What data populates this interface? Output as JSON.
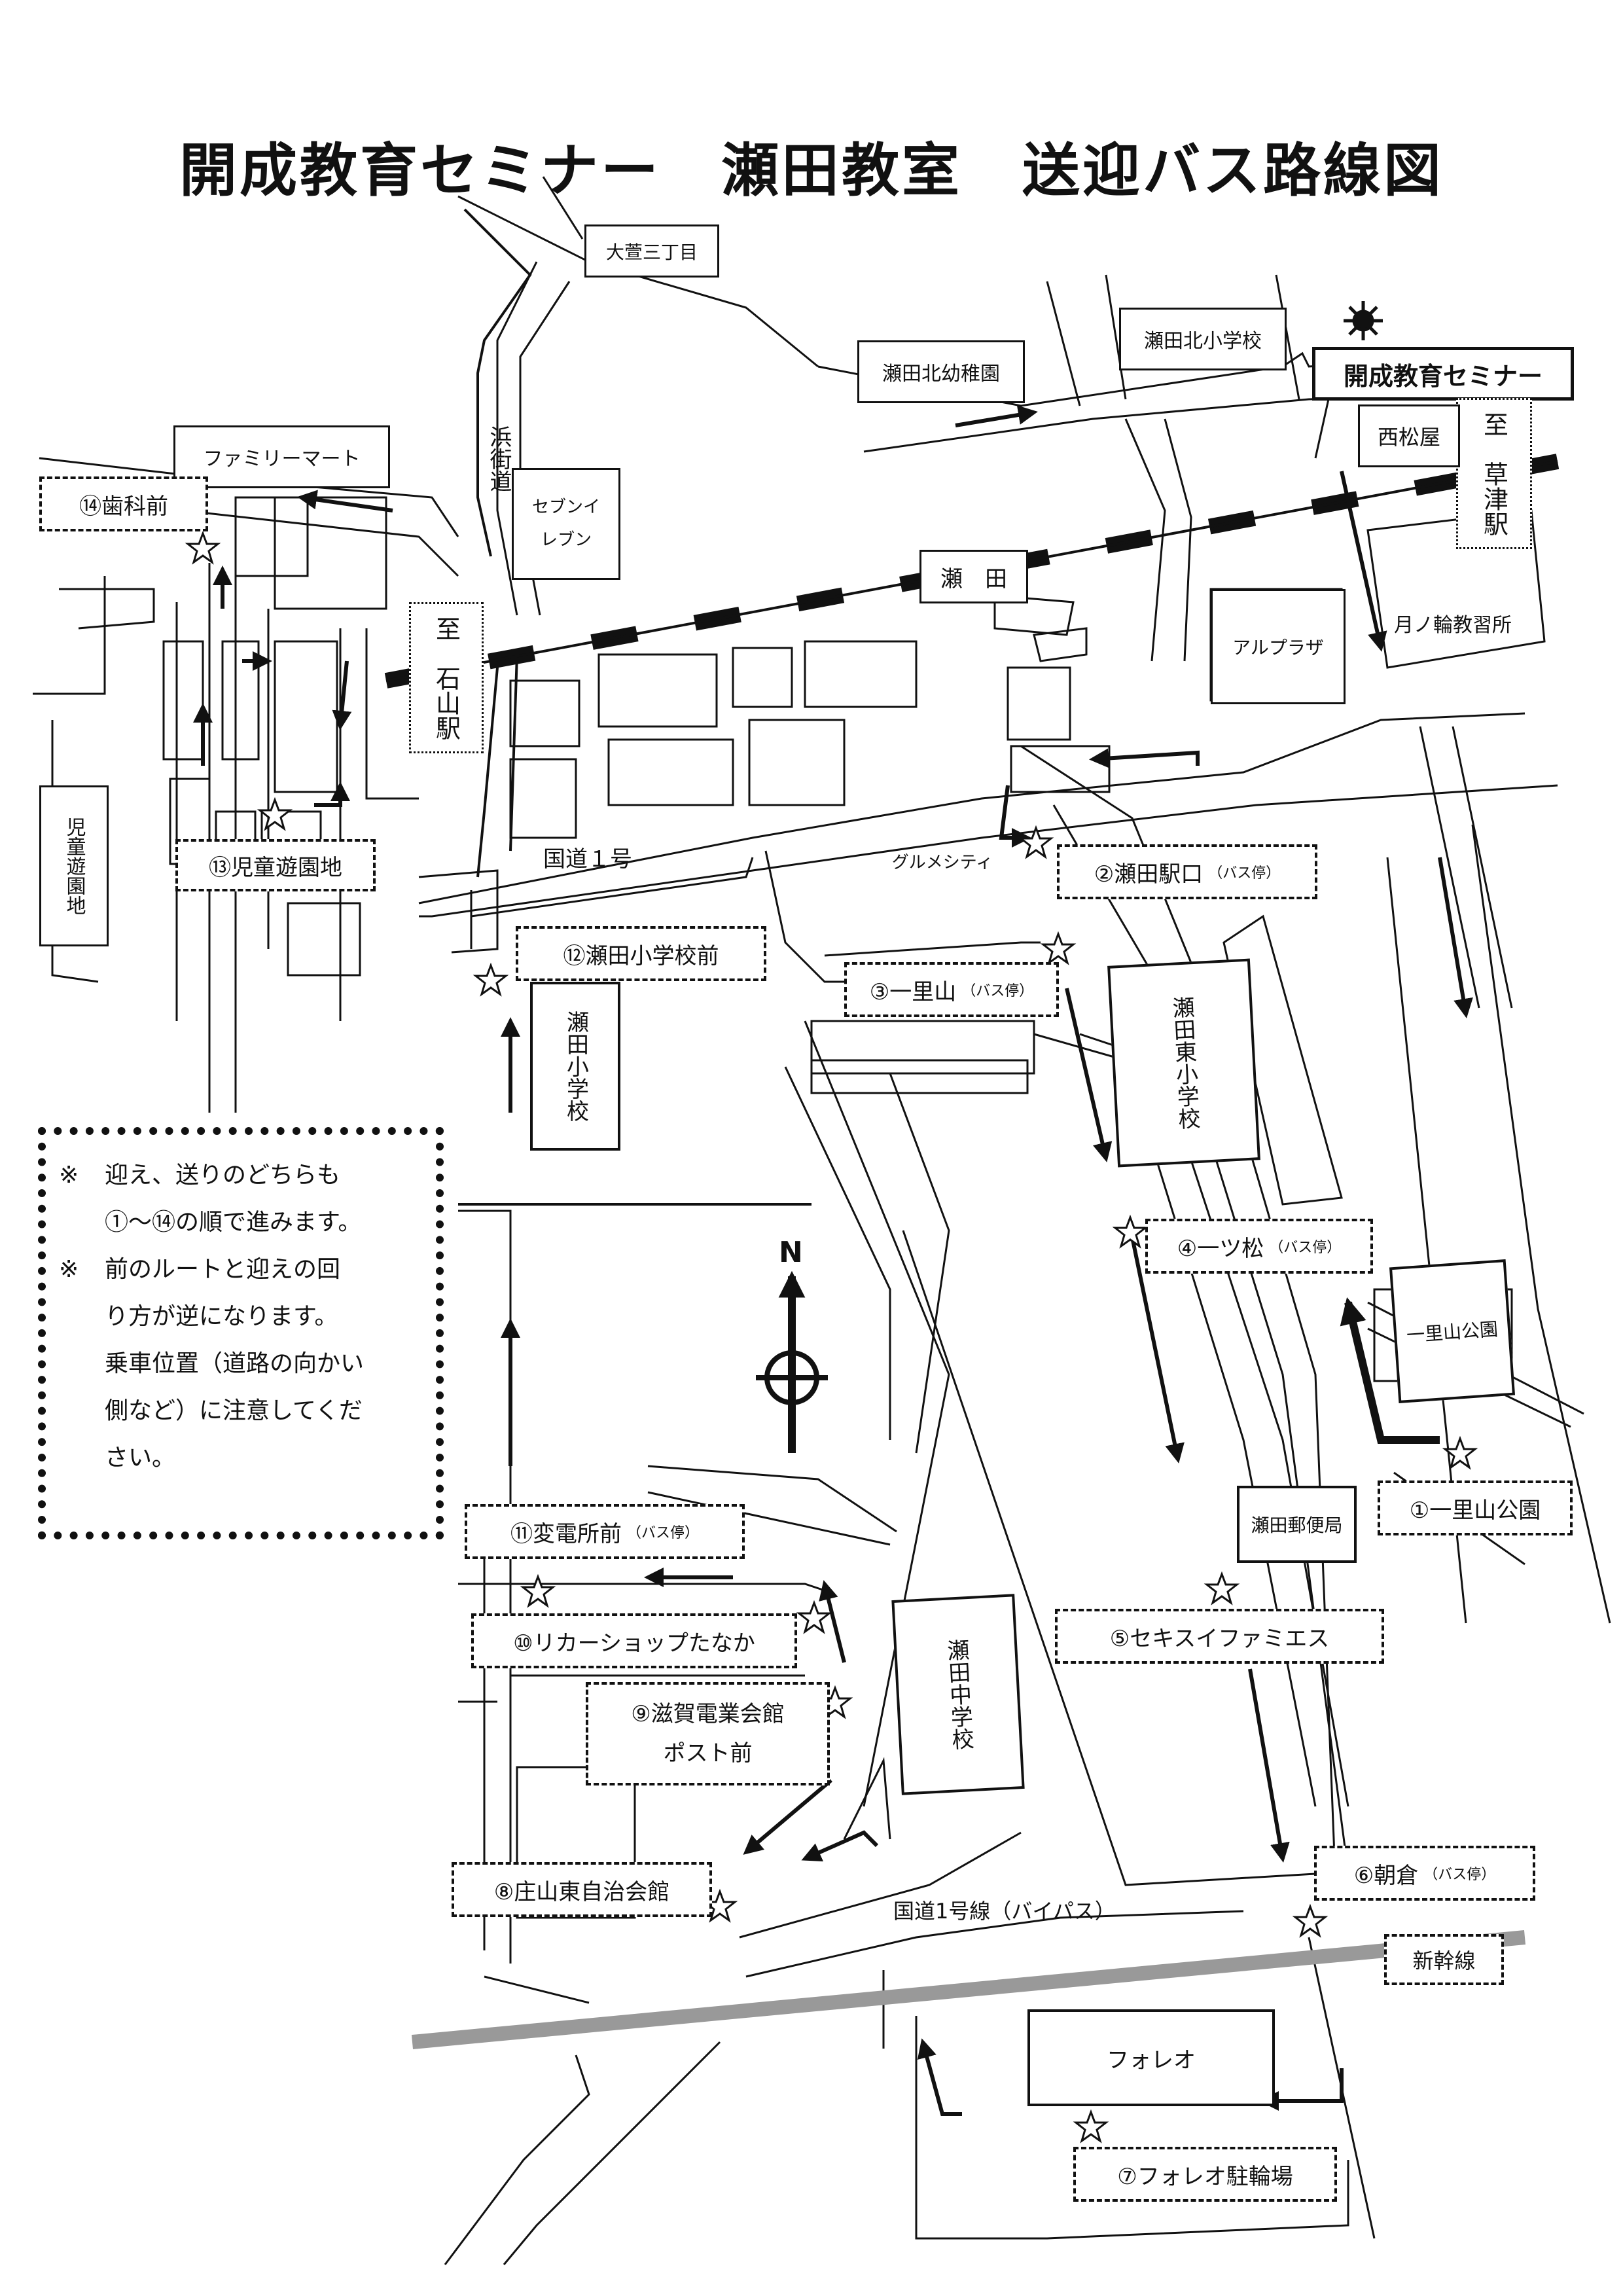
{
  "title": "開成教育セミナー　瀬田教室　送迎バス路線図",
  "destination": {
    "label": "開成教育セミナー",
    "icon": "sun-icon"
  },
  "stations": {
    "seta": "瀬　田",
    "to_ishiyama": "至　石山駅",
    "to_kusatsu": "至　草津駅"
  },
  "stops": [
    {
      "label": "①一里山公園",
      "note": ""
    },
    {
      "label": "②瀬田駅口",
      "note": "（バス停）"
    },
    {
      "label": "③一里山",
      "note": "（バス停）"
    },
    {
      "label": "④一ツ松",
      "note": "（バス停）"
    },
    {
      "label": "⑤セキスイファミエス",
      "note": ""
    },
    {
      "label": "⑥朝倉",
      "note": "（バス停）"
    },
    {
      "label": "⑦フォレオ駐輪場",
      "note": ""
    },
    {
      "label": "⑧庄山東自治会館",
      "note": ""
    },
    {
      "label": "⑨滋賀電業会館",
      "note": "ポスト前"
    },
    {
      "label": "⑩リカーショップたなか",
      "note": ""
    },
    {
      "label": "⑪変電所前",
      "note": "（バス停）"
    },
    {
      "label": "⑫瀬田小学校前",
      "note": ""
    },
    {
      "label": "⑬児童遊園地",
      "note": ""
    },
    {
      "label": "⑭歯科前",
      "note": ""
    }
  ],
  "landmarks": {
    "daikaya": "大萱三丁目",
    "seta_north_kindergarten": "瀬田北幼稚園",
    "seta_north_elementary": "瀬田北小学校",
    "nishimatsuya": "西松屋",
    "familymart": "ファミリーマート",
    "seven_eleven": "セブンイレブン",
    "hamakaido": "浜街道",
    "alplaza": "アルプラザ",
    "tsukinowa": "月ノ輪教習所",
    "gourmet_city": "グルメシティ",
    "childrens_park": "児童遊園地",
    "seta_elementary": "瀬田小学校",
    "seta_east_elementary": "瀬田東小学校",
    "ichiriyama_park": "一里山公園",
    "seta_post_office": "瀬田郵便局",
    "seta_junior_high": "瀬田中学校",
    "follio": "フォレオ"
  },
  "roads": {
    "route1": "国道１号",
    "bypass": "国道1号線（バイパス）",
    "shinkansen": "新幹線"
  },
  "compass": "N",
  "notes": [
    {
      "mark": "※",
      "lines": [
        "迎え、送りのどちらも",
        "①～⑭の順で進みます。"
      ]
    },
    {
      "mark": "※",
      "lines": [
        "前のルートと迎えの回",
        "り方が逆になります。",
        "乗車位置（道路の向かい",
        "側など）に注意してくだ",
        "さい。"
      ]
    }
  ]
}
